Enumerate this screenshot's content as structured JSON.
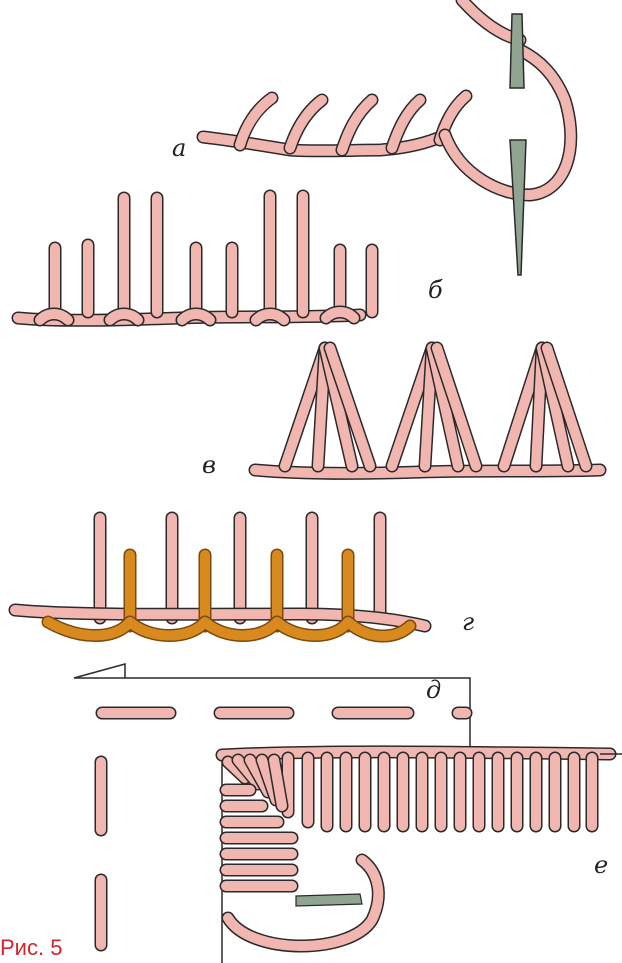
{
  "labels": {
    "a": "а",
    "b": "б",
    "v": "в",
    "g": "г",
    "d": "д",
    "e": "е"
  },
  "caption": "Рис. 5",
  "colors": {
    "thread_pink": "#f2b6b0",
    "thread_orange": "#d98a1e",
    "outline": "#2a2a2a",
    "needle": "#8fa592",
    "caption": "#d4252a"
  }
}
